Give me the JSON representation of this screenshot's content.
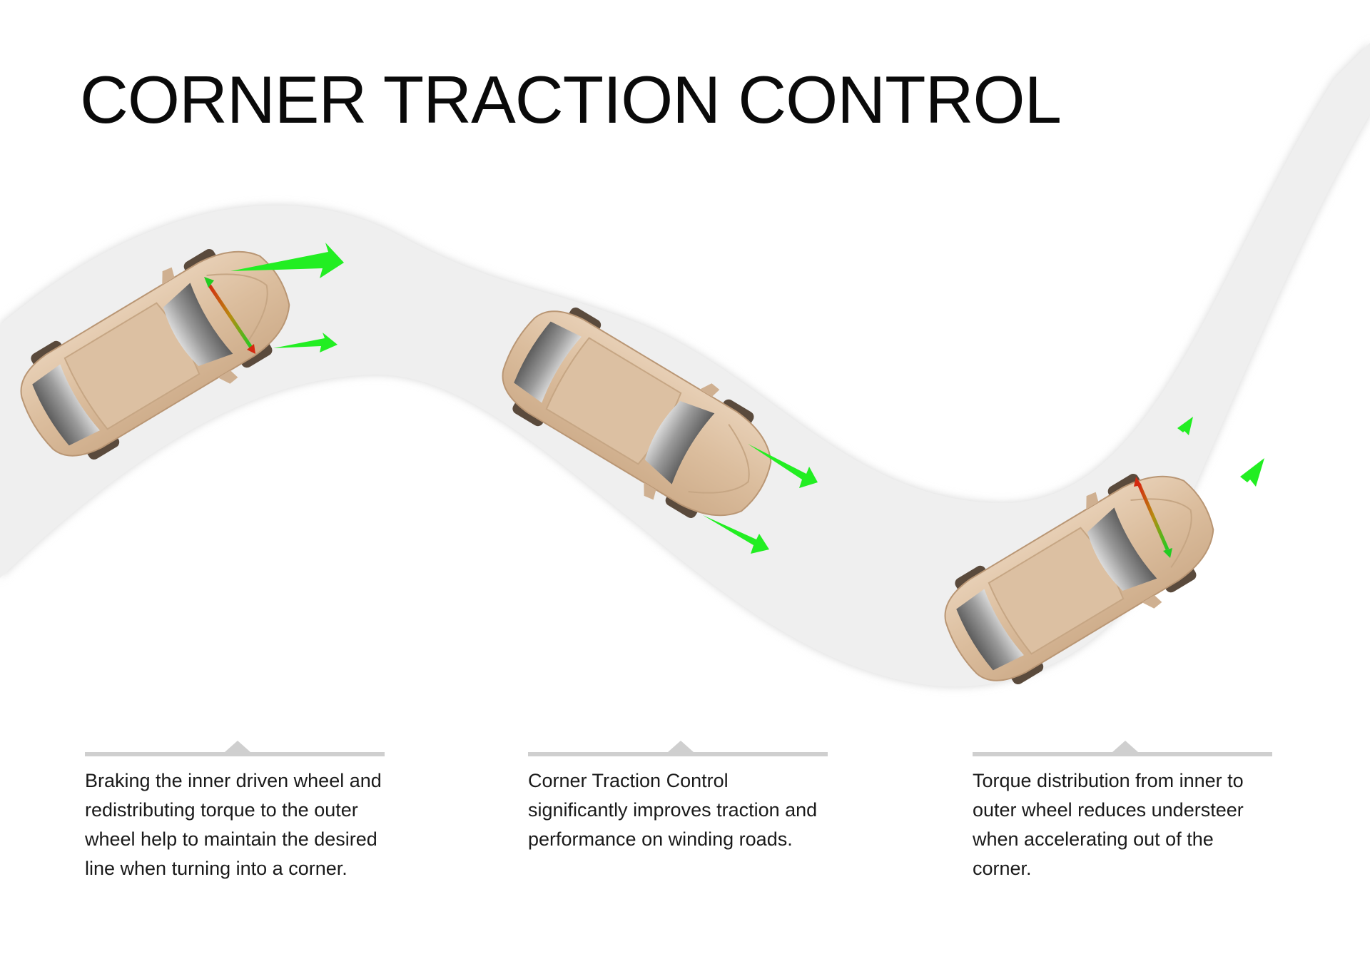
{
  "title": "CORNER TRACTION CONTROL",
  "captions": [
    "Braking the inner driven wheel and redistributing torque to the outer wheel help to maintain the desired line when turning into a corner.",
    "Corner Traction Control significantly improves traction and performance on winding roads.",
    "Torque distribution from inner to outer wheel reduces understeer when accelerating out of the corner."
  ],
  "colors": {
    "road": "#efefef",
    "car_body": "#dcc0a2",
    "glass": "#7a7a7a",
    "tire": "#5a4a3c",
    "force_arrow": "#22ee22",
    "torque_red": "#d42a10",
    "rule": "#cfcfcf"
  },
  "icons": {
    "car": "car-top-view-icon",
    "force": "force-arrow-icon",
    "torque": "torque-transfer-arrow-icon"
  }
}
